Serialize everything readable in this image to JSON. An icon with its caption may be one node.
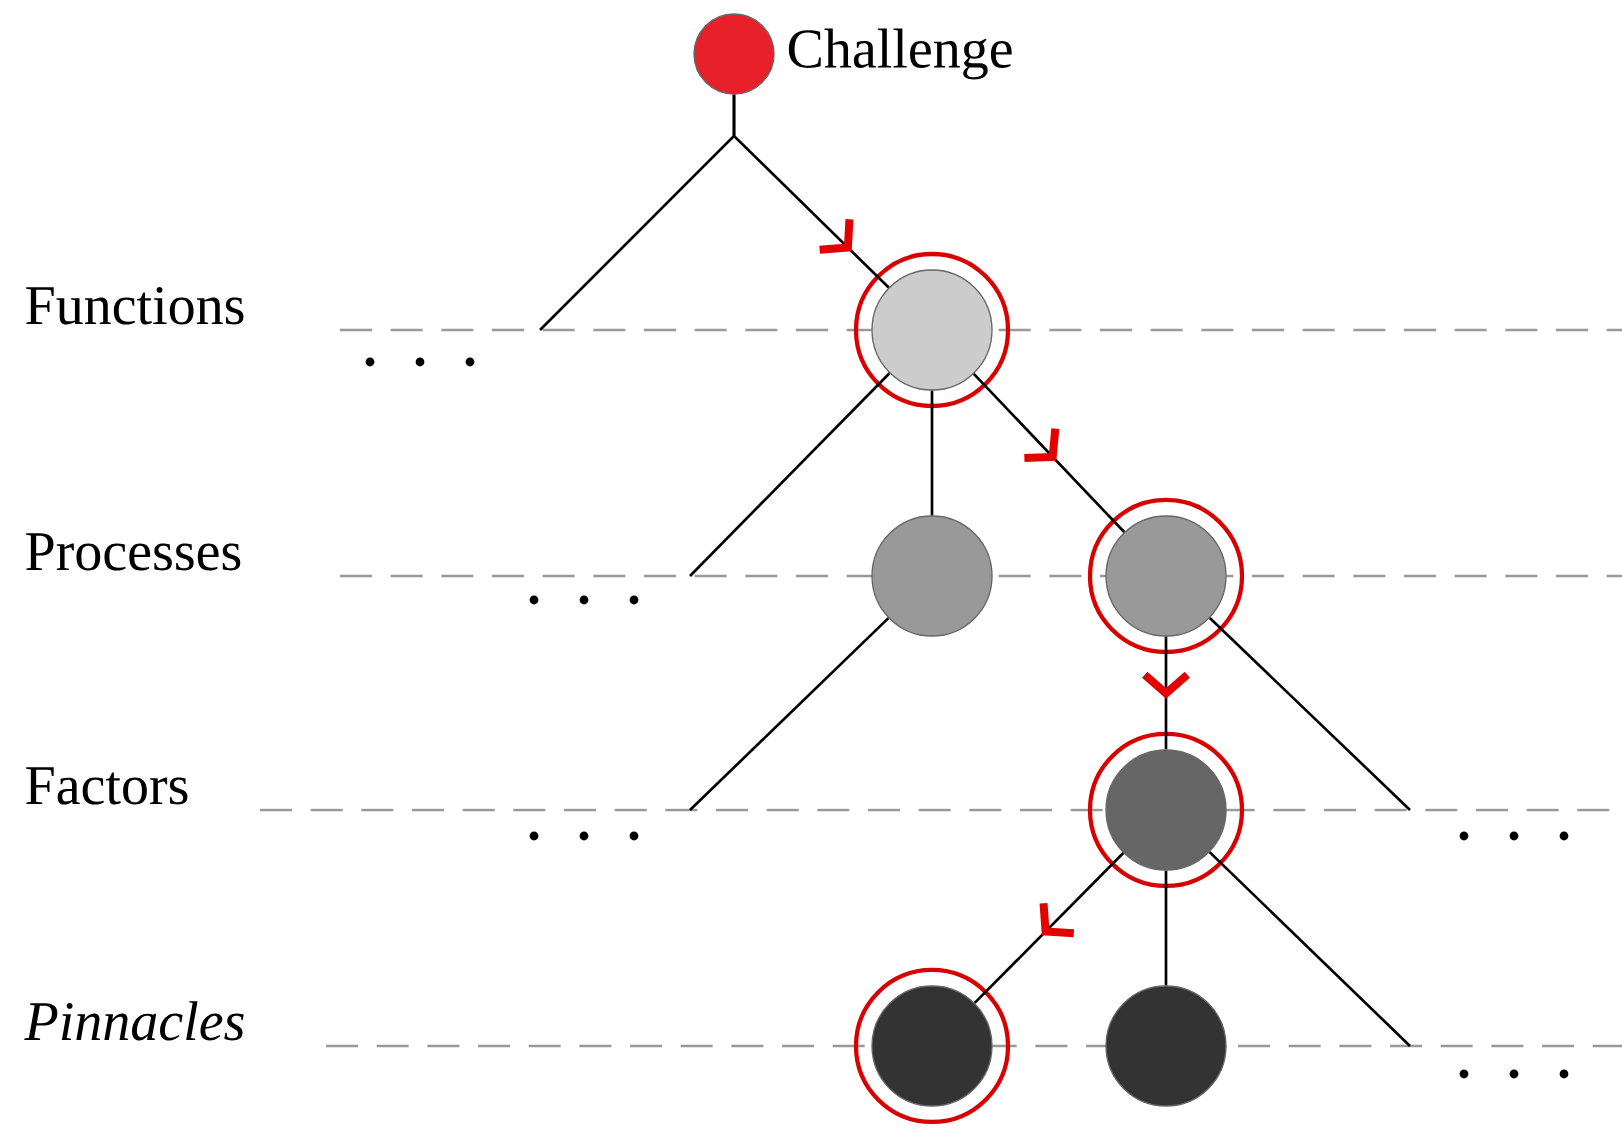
{
  "diagram": {
    "nodes": [
      {
        "text": [],
        "shape": "circle",
        "beside": [
          "Challenge"
        ]
      },
      {
        "text": [],
        "shape": "circle"
      },
      {
        "text": [],
        "shape": "circle"
      },
      {
        "text": [],
        "shape": "circle"
      },
      {
        "text": [],
        "shape": "circle"
      },
      {
        "text": [],
        "shape": "circle"
      },
      {
        "text": [],
        "shape": "circle"
      }
    ],
    "edges": [
      {
        "from": 0,
        "to": 1,
        "arrow": "to"
      },
      {
        "from": 0,
        "to": null,
        "arrow": "none"
      },
      {
        "from": 1,
        "to": null,
        "arrow": "none"
      },
      {
        "from": 1,
        "to": 2,
        "arrow": "none"
      },
      {
        "from": 1,
        "to": 3,
        "arrow": "to"
      },
      {
        "from": 2,
        "to": null,
        "arrow": "none"
      },
      {
        "from": 3,
        "to": 4,
        "arrow": "to"
      },
      {
        "from": 3,
        "to": null,
        "arrow": "none"
      },
      {
        "from": 4,
        "to": 5,
        "arrow": "to"
      },
      {
        "from": 4,
        "to": 6,
        "arrow": "none"
      },
      {
        "from": 4,
        "to": null,
        "arrow": "none"
      }
    ],
    "labels": [
      "Functions",
      "Processes",
      "Factors",
      "Pinnacles"
    ]
  }
}
